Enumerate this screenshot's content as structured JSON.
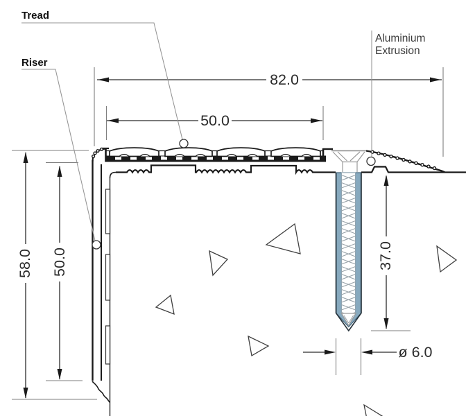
{
  "drawing": {
    "labels": {
      "tread": "Tread",
      "riser": "Riser",
      "extrusion_line1": "Aluminium",
      "extrusion_line2": "Extrusion"
    },
    "dimensions": {
      "overall_width": "82.0",
      "tread_insert_width": "50.0",
      "overall_height": "58.0",
      "riser_leg_height": "50.0",
      "screw_embedment_depth": "37.0",
      "screw_diameter": "ø 6.0"
    },
    "colors": {
      "outline": "#1a1a1a",
      "dimension_line": "#2b2b2b",
      "extension_line": "#7f7f7f",
      "leader_line": "#949494",
      "plug_blue": "#87a9be",
      "plug_outline": "#47677d",
      "thread_gray": "#9aa4aa",
      "background": "#ffffff"
    }
  }
}
